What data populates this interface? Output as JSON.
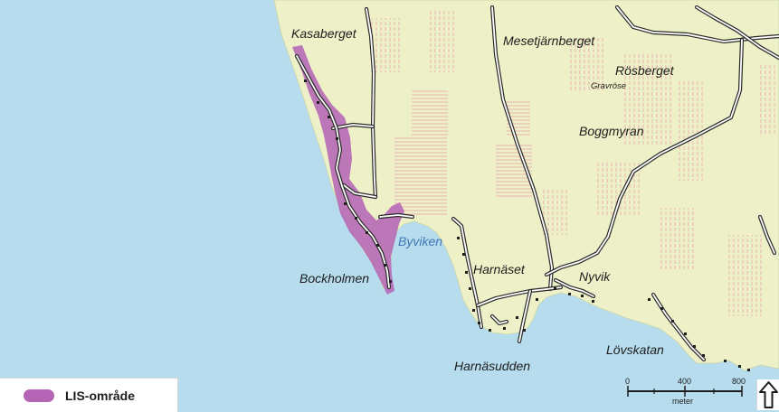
{
  "map": {
    "colors": {
      "water": "#b7dcee",
      "land": "#eef0c7",
      "hatch": "#e9b3b3",
      "lis_area": "#b565b6",
      "road": "#2a2a2a",
      "water_label": "#3f77b5"
    },
    "places": {
      "kasaberget": "Kasaberget",
      "mesetjarnberget": "Mesetjärnberget",
      "rosberget": "Rösberget",
      "gravrose": "Gravröse",
      "boggmyran": "Boggmyran",
      "byviken": "Byviken",
      "bockholmen": "Bockholmen",
      "harnaset": "Harnäset",
      "nyvik": "Nyvik",
      "lovskatan": "Lövskatan",
      "harnasudden": "Harnäsudden"
    },
    "legend": {
      "label": "LIS-område"
    },
    "scale": {
      "ticks": [
        "0",
        "400",
        "800"
      ],
      "unit": "meter"
    },
    "north_arrow_icon": "north-arrow-icon"
  }
}
